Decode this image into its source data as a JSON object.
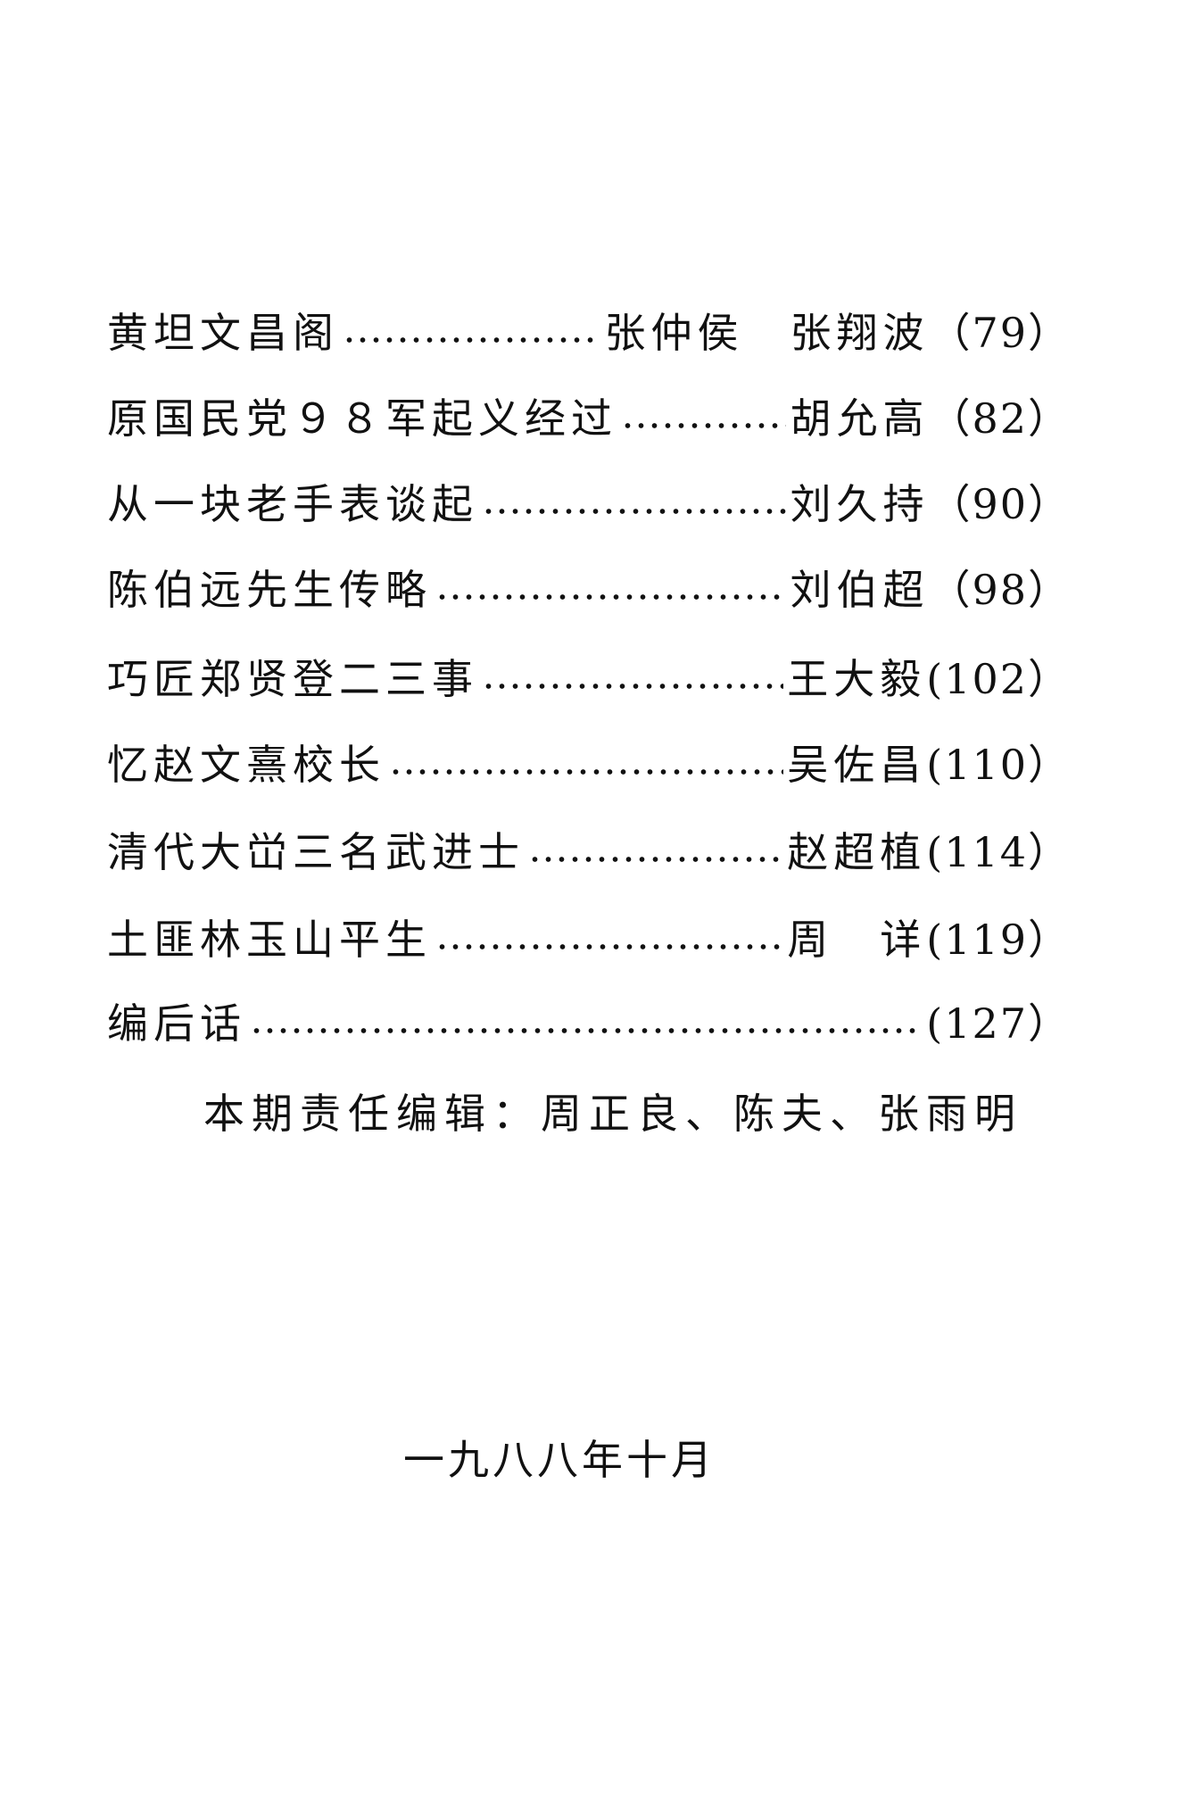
{
  "toc": [
    {
      "title": "黄坦文昌阁",
      "author": "张仲侯　张翔波",
      "page": "（79）"
    },
    {
      "title": "原国民党９８军起义经过",
      "author": "胡允高",
      "page": "（82）"
    },
    {
      "title": "从一块老手表谈起",
      "author": "刘久持",
      "page": "（90）"
    },
    {
      "title": "陈伯远先生传略",
      "author": "刘伯超",
      "page": "（98）"
    },
    {
      "title": "巧匠郑贤登二三事",
      "author": "王大毅",
      "page": "(102）"
    },
    {
      "title": "忆赵文熹校长",
      "author": "吴佐昌",
      "page": "(110）"
    },
    {
      "title": "清代大峃三名武进士",
      "author": "赵超植",
      "page": "(114）"
    },
    {
      "title": "土匪林玉山平生",
      "author": "周　详",
      "page": "(119）"
    },
    {
      "title": "编后话",
      "author": "",
      "page": "(127）"
    }
  ],
  "editors": "本期责任编辑：周正良、陈夫、张雨明",
  "date": "一九八八年十月"
}
